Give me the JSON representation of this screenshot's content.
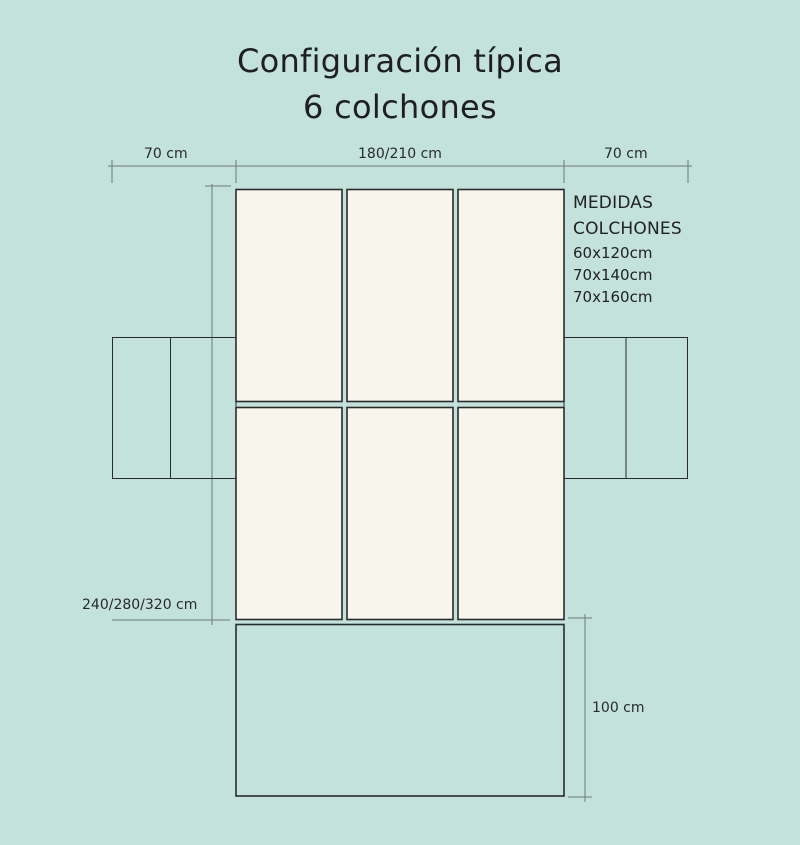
{
  "title": {
    "line1": "Configuración típica",
    "line2": "6 colchones"
  },
  "dimensions": {
    "left_width": "70 cm",
    "center_width": "180/210 cm",
    "right_width": "70 cm",
    "total_length": "240/280/320 cm",
    "bottom_length": "100 cm"
  },
  "legend": {
    "heading_line1": "MEDIDAS",
    "heading_line2": "COLCHONES",
    "sizes": [
      "60x120cm",
      "70x140cm",
      "70x160cm"
    ]
  },
  "colors": {
    "background": "#c2e2db",
    "mattress_fill": "#f8f6ec",
    "outline": "#2b2b2b",
    "dimension_line": "#6f7a77"
  }
}
